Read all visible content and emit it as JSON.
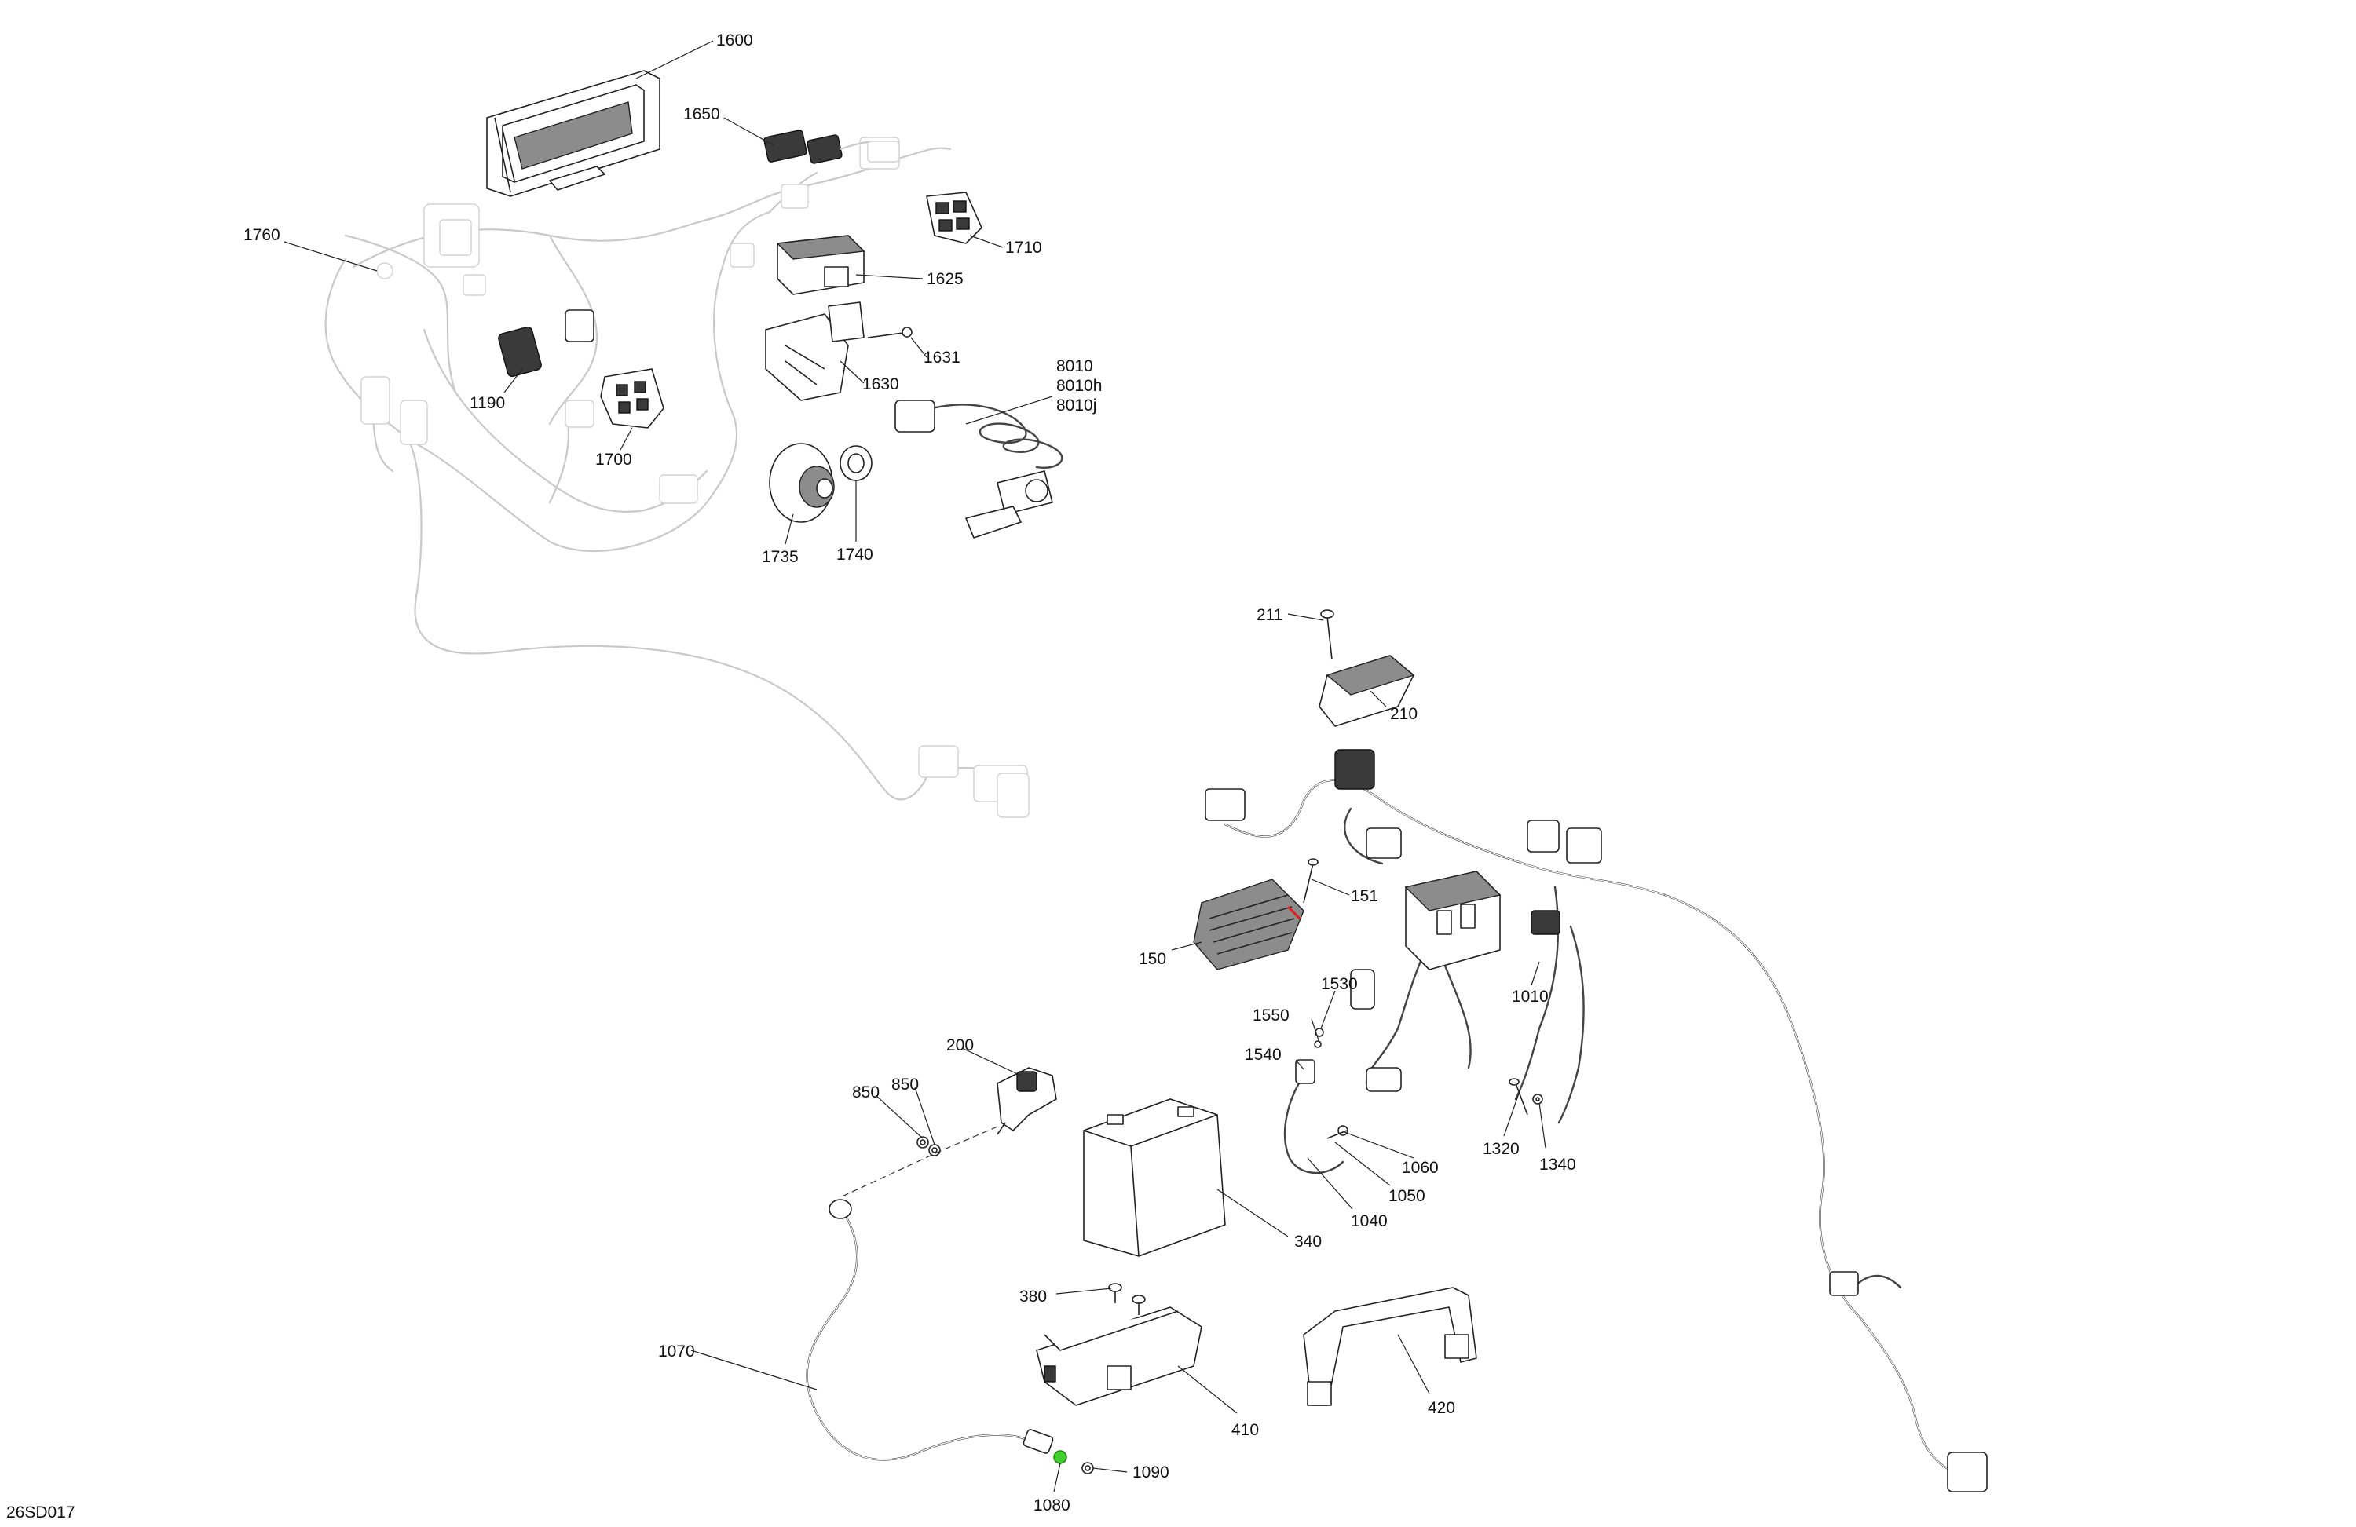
{
  "document": {
    "reference_code": "26SD017"
  },
  "callouts": {
    "c1600": "1600",
    "c1650": "1650",
    "c1760": "1760",
    "c1710": "1710",
    "c1625": "1625",
    "c1631": "1631",
    "c1630": "1630",
    "c8010": "8010",
    "c8010h": "8010h",
    "c8010j": "8010j",
    "c1190": "1190",
    "c1700": "1700",
    "c1735": "1735",
    "c1740": "1740",
    "c211": "211",
    "c210": "210",
    "c151": "151",
    "c150": "150",
    "c1530": "1530",
    "c1550": "1550",
    "c1540": "1540",
    "c1010": "1010",
    "c1060": "1060",
    "c1050": "1050",
    "c1040": "1040",
    "c1320": "1320",
    "c1340": "1340",
    "c200": "200",
    "c850a": "850",
    "c850b": "850",
    "c340": "340",
    "c380": "380",
    "c1070": "1070",
    "c410": "410",
    "c420": "420",
    "c1090": "1090",
    "c1080": "1080"
  },
  "colors": {
    "highlight_red": "#e0201a",
    "highlight_green": "#3ecf2a"
  }
}
